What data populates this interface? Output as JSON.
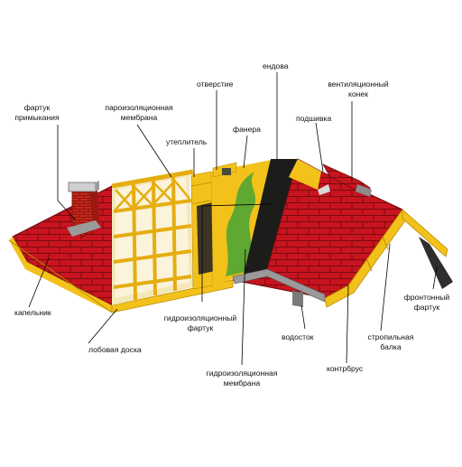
{
  "labels": {
    "fartuk_primykaniya": "фартук\nпримыкания",
    "paroizolyatsionnaya_membrana": "пароизоляционная\nмембрана",
    "uteplitel": "утеплитель",
    "otverstie": "отверстие",
    "endova": "ендова",
    "fanera": "фанера",
    "podshivka": "подшивка",
    "ventilyatsionny_konek": "вентиляционный\nконек",
    "kapelnik": "капельник",
    "lobovaya_doska": "лобовая доска",
    "gidroizolyatsionny_fartuk": "гидроизоляционный\nфартук",
    "vodostok": "водосток",
    "gidroizolyatsionnaya_membrana": "гидроизоляционная\nмембрана",
    "kontrbrus": "контрбрус",
    "stropilnaya_balka": "стропильная\nбалка",
    "frontonny_fartuk": "фронтонный\nфартук"
  },
  "colors": {
    "roof_red": "#c8141e",
    "brick": "#c8281e",
    "timber_yellow": "#f2c21a",
    "insulation": "#f4e7b8",
    "membrane_dark": "#2b2b26",
    "green_membrane": "#5fa832",
    "gutter_grey": "#8c8c8c"
  }
}
